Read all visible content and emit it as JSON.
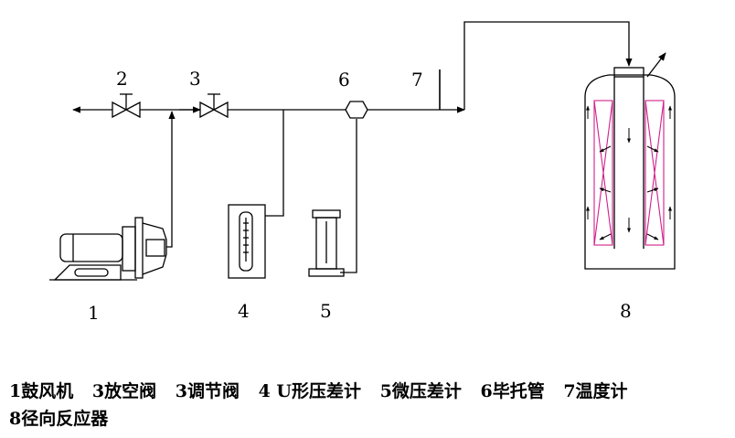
{
  "labels": {
    "blower": "1",
    "vent_valve": "2",
    "control_valve": "3",
    "u_manometer": "4",
    "micro_manometer": "5",
    "pitot": "6",
    "thermometer": "7",
    "reactor": "8"
  },
  "caption": {
    "items": [
      "1鼓风机",
      "3放空阀",
      "3调节阀",
      "4 U形压差计",
      "5微压差计",
      "6毕托管",
      "7温度计",
      "8径向反应器"
    ]
  },
  "colors": {
    "line": "#000000",
    "packing": "#d0208a"
  }
}
